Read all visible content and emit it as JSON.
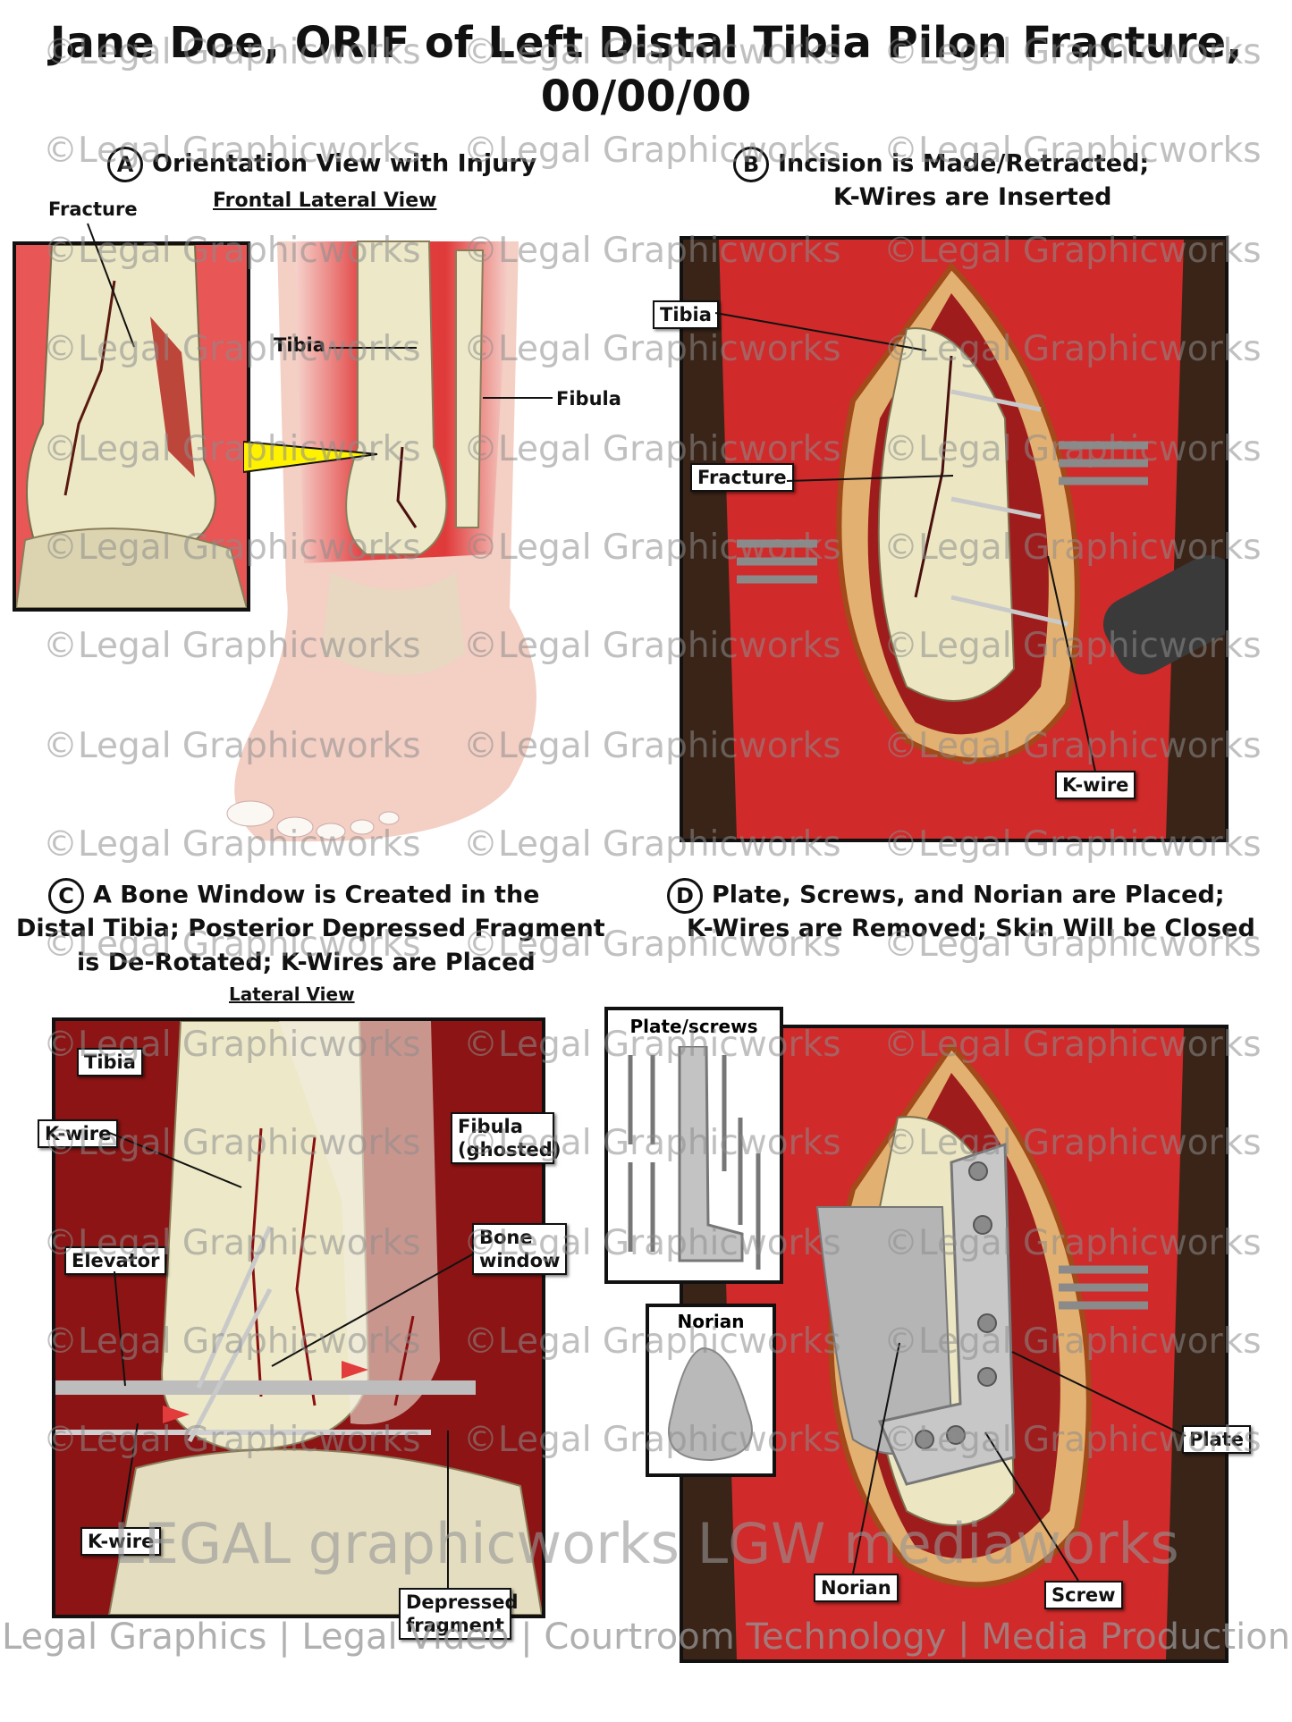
{
  "title": "Jane Doe, ORIF of Left Distal Tibia Pilon Fracture, 00/00/00",
  "watermark": "©Legal Graphicworks",
  "panels": {
    "a": {
      "letter": "A",
      "heading": "Orientation View with Injury",
      "subheading": "Frontal Lateral View",
      "labels": {
        "fracture": "Fracture",
        "tibia": "Tibia",
        "fibula": "Fibula"
      }
    },
    "b": {
      "letter": "B",
      "heading_line1": "Incision is Made/Retracted;",
      "heading_line2": "K-Wires are Inserted",
      "labels": {
        "tibia": "Tibia",
        "fracture": "Fracture",
        "kwire": "K-wire"
      }
    },
    "c": {
      "letter": "C",
      "heading_line1": "A Bone Window is Created in the",
      "heading_line2": "Distal Tibia; Posterior Depressed Fragment",
      "heading_line3": "is De-Rotated; K-Wires are Placed",
      "subheading": "Lateral View",
      "labels": {
        "tibia": "Tibia",
        "kwire_top": "K-wire",
        "fibula": "Fibula (ghosted)",
        "elevator": "Elevator",
        "bone_window": "Bone window",
        "kwire_bottom": "K-wire",
        "depressed": "Depressed fragment"
      }
    },
    "d": {
      "letter": "D",
      "heading_line1": "Plate, Screws, and Norian are Placed;",
      "heading_line2": "K-Wires are Removed; Skin Will be Closed",
      "labels": {
        "plate_screws": "Plate/screws",
        "norian_box": "Norian",
        "plate": "Plate",
        "norian": "Norian",
        "screw": "Screw"
      }
    }
  },
  "footer": {
    "brand": "LEGAL graphicworks  LGW mediaworks",
    "line": "Legal Graphics | Legal Video | Courtroom Technology | Media Production"
  },
  "colors": {
    "tissue": "#c8222a",
    "bone": "#e8e4c4",
    "skin": "#f2c9b8",
    "frame": "#111111"
  }
}
